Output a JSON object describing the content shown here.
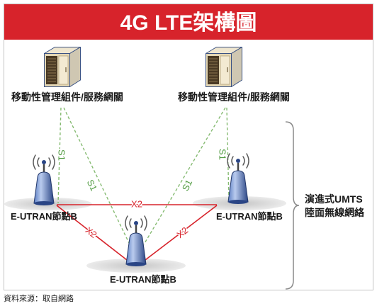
{
  "title": "4G LTE架構圖",
  "core_nodes": [
    {
      "label": "移動性管理組件/服務網關",
      "icon": "server-icon"
    },
    {
      "label": "移動性管理組件/服務網關",
      "icon": "server-icon"
    }
  ],
  "enodebs": [
    {
      "label": "E-UTRAN節點B",
      "icon": "base-station-icon"
    },
    {
      "label": "E-UTRAN節點B",
      "icon": "base-station-icon"
    },
    {
      "label": "E-UTRAN節點B",
      "icon": "base-station-icon"
    }
  ],
  "s1_links": [
    {
      "label": "S1",
      "core": 0,
      "enodeb": 0
    },
    {
      "label": "S1",
      "core": 0,
      "enodeb": 2
    },
    {
      "label": "S1",
      "core": 1,
      "enodeb": 1
    },
    {
      "label": "S1",
      "core": 1,
      "enodeb": 2
    }
  ],
  "x2_links": [
    {
      "label": "X2",
      "enodebs": [
        0,
        1
      ]
    },
    {
      "label": "X2",
      "enodebs": [
        0,
        2
      ]
    },
    {
      "label": "X2",
      "enodebs": [
        1,
        2
      ]
    }
  ],
  "network_group": {
    "lines": [
      "演進式UMTS",
      "陸面無線網絡"
    ]
  },
  "footer": "資料來源：取自網路",
  "colors": {
    "header": "#d7232b",
    "title": "#ffffff",
    "s1_link": "#86bb72",
    "s1_label": "#4f9a3f",
    "x2": "#d7232b",
    "frame": "#c4c4c4",
    "text": "#1a1a1a"
  }
}
